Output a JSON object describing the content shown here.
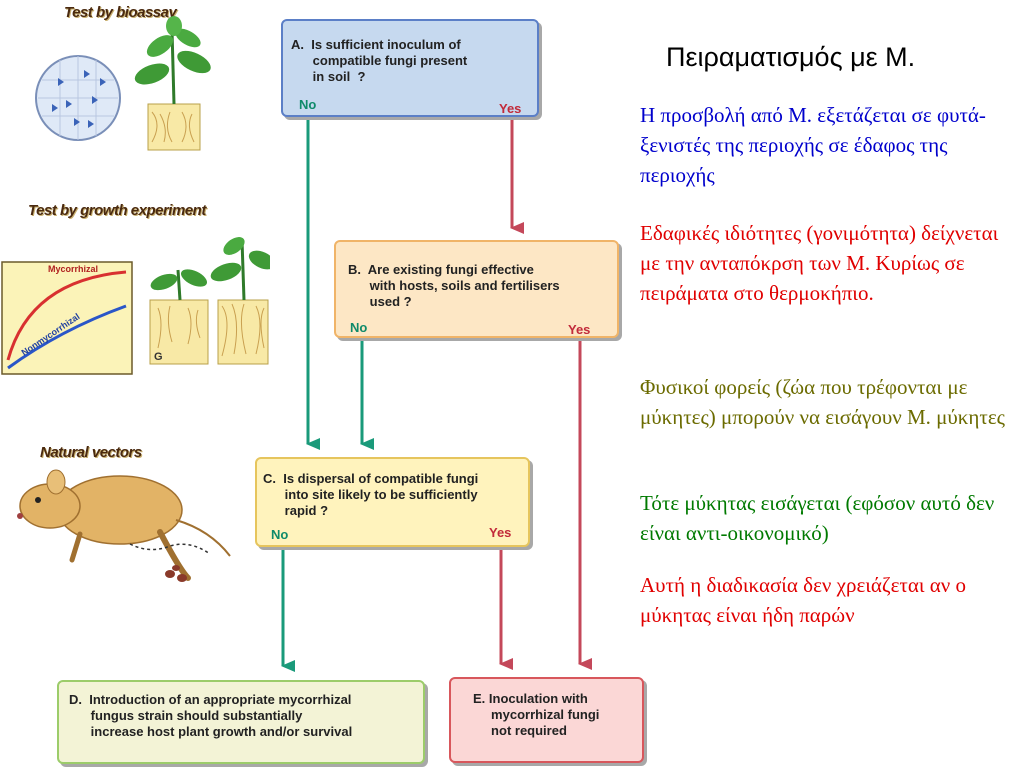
{
  "left_panels": {
    "bioassay_label": "Test by bioassay",
    "growth_label": "Test by growth experiment",
    "graph_series": {
      "mycorrhizal": "Mycorrhizal",
      "nonmycorrhizal": "Nonmycorrhizal"
    },
    "pot_symbol": "G",
    "vectors_label": "Natural vectors"
  },
  "flowchart": {
    "box_a": {
      "question": "A.  Is sufficient inoculum of\n      compatible fungi present\n      in soil  ?",
      "no": "No",
      "yes": "Yes"
    },
    "box_b": {
      "question": "B.  Are existing fungi effective\n      with hosts, soils and fertilisers\n      used ?",
      "no": "No",
      "yes": "Yes"
    },
    "box_c": {
      "question": "C.  Is dispersal of compatible fungi\n      into site likely to be sufficiently\n      rapid ?",
      "no": "No",
      "yes": "Yes"
    },
    "box_d": {
      "text": "D.  Introduction of an appropriate mycorrhizal\n      fungus strain should substantially\n      increase host plant growth and/or survival"
    },
    "box_e": {
      "text": "E. Inoculation with\n     mycorrhizal fungi\n     not required"
    }
  },
  "colors": {
    "no_arrow": "#1a9a7a",
    "yes_arrow": "#c4485a"
  },
  "slide": {
    "title": "Πειραματισμός με Μ.",
    "paragraphs": [
      {
        "text": "Η προσβολή από Μ. εξετάζεται σε φυτά-ξενιστές της περιοχής σε έδαφος της περιοχής",
        "color": "#0000cc"
      },
      {
        "text": "Εδαφικές ιδιότητες (γονιμότητα) δείχνεται με την ανταπόκρση των Μ. Κυρίως σε πειράματα στο θερμοκήπιο.",
        "color": "#e00000"
      },
      {
        "text": "Φυσικοί φορείς (ζώα που τρέφονται με μύκητες) μπορούν να εισάγουν Μ. μύκητες",
        "color": "#6b6b00"
      },
      {
        "text": "Τότε μύκητας εισάγεται (εφόσον αυτό δεν είναι αντι-οικονομικό)",
        "color": "#007a00"
      },
      {
        "text": "Αυτή η διαδικασία δεν χρειάζεται αν ο μύκητας είναι ήδη παρών",
        "color": "#e00000"
      }
    ]
  }
}
